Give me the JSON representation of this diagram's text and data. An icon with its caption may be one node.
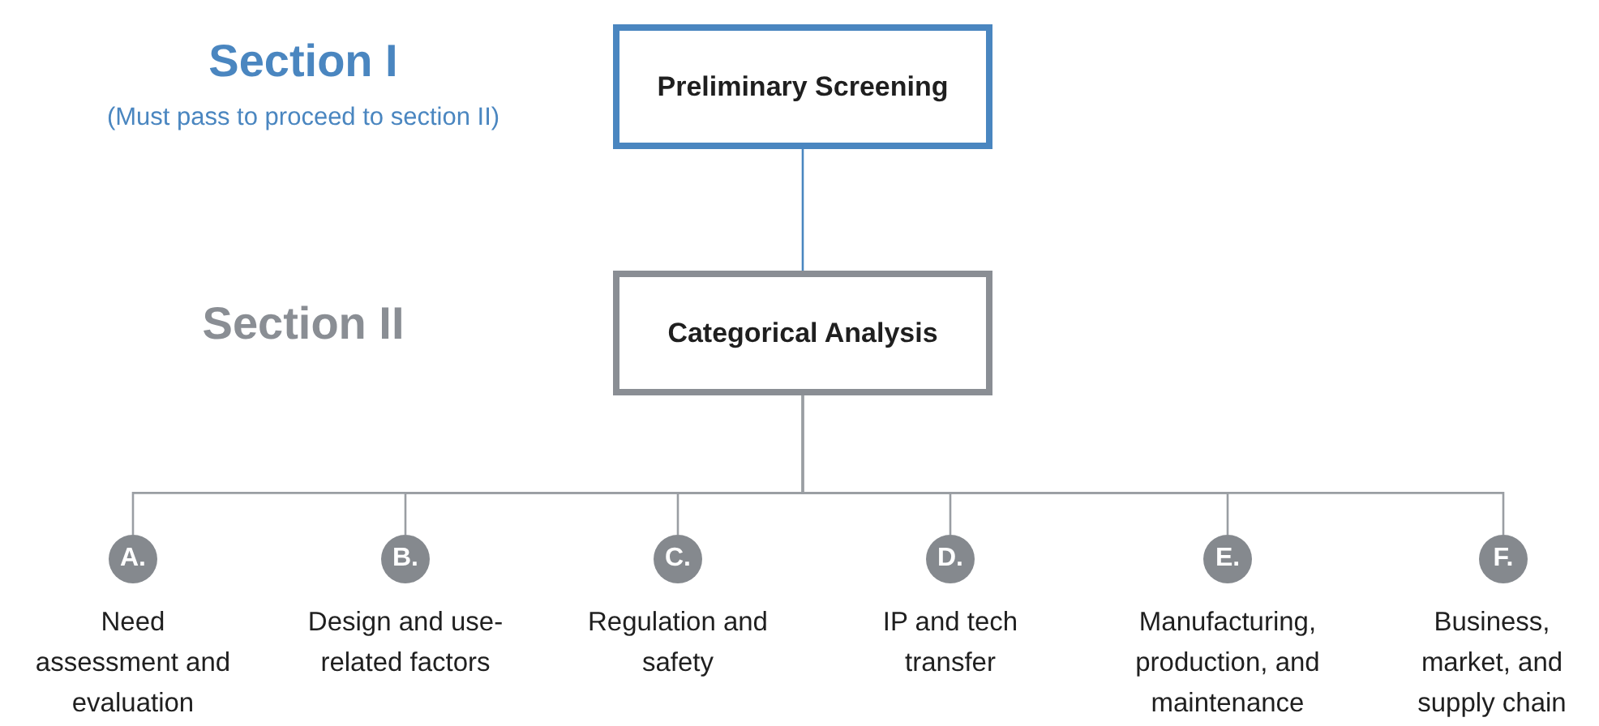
{
  "diagram": {
    "nodes": [
      {
        "text": [
          "Preliminary Screening"
        ]
      },
      {
        "text": [
          "Categorical Analysis"
        ]
      },
      {
        "text": [
          "A."
        ],
        "beside": [
          "Need assessment and evaluation"
        ]
      },
      {
        "text": [
          "B."
        ],
        "beside": [
          "Design and use-related factors"
        ]
      },
      {
        "text": [
          "C."
        ],
        "beside": [
          "Regulation and safety"
        ]
      },
      {
        "text": [
          "D."
        ],
        "beside": [
          "IP and tech transfer"
        ]
      },
      {
        "text": [
          "E."
        ],
        "beside": [
          "Manufacturing, production, and maintenance"
        ]
      },
      {
        "text": [
          "F."
        ],
        "beside": [
          "Business, market, and supply chain"
        ]
      }
    ],
    "edges": [
      {
        "from": 0,
        "to": 1,
        "arrow": "none",
        "color": "#4a86c0"
      },
      {
        "from": 1,
        "to": 2,
        "arrow": "none"
      },
      {
        "from": 1,
        "to": 3,
        "arrow": "none"
      },
      {
        "from": 1,
        "to": 4,
        "arrow": "none"
      },
      {
        "from": 1,
        "to": 5,
        "arrow": "none"
      },
      {
        "from": 1,
        "to": 6,
        "arrow": "none"
      },
      {
        "from": 1,
        "to": 7,
        "arrow": "none"
      }
    ],
    "labels": [
      "Section I",
      "(Must pass to proceed to section II)",
      "Section II"
    ]
  }
}
